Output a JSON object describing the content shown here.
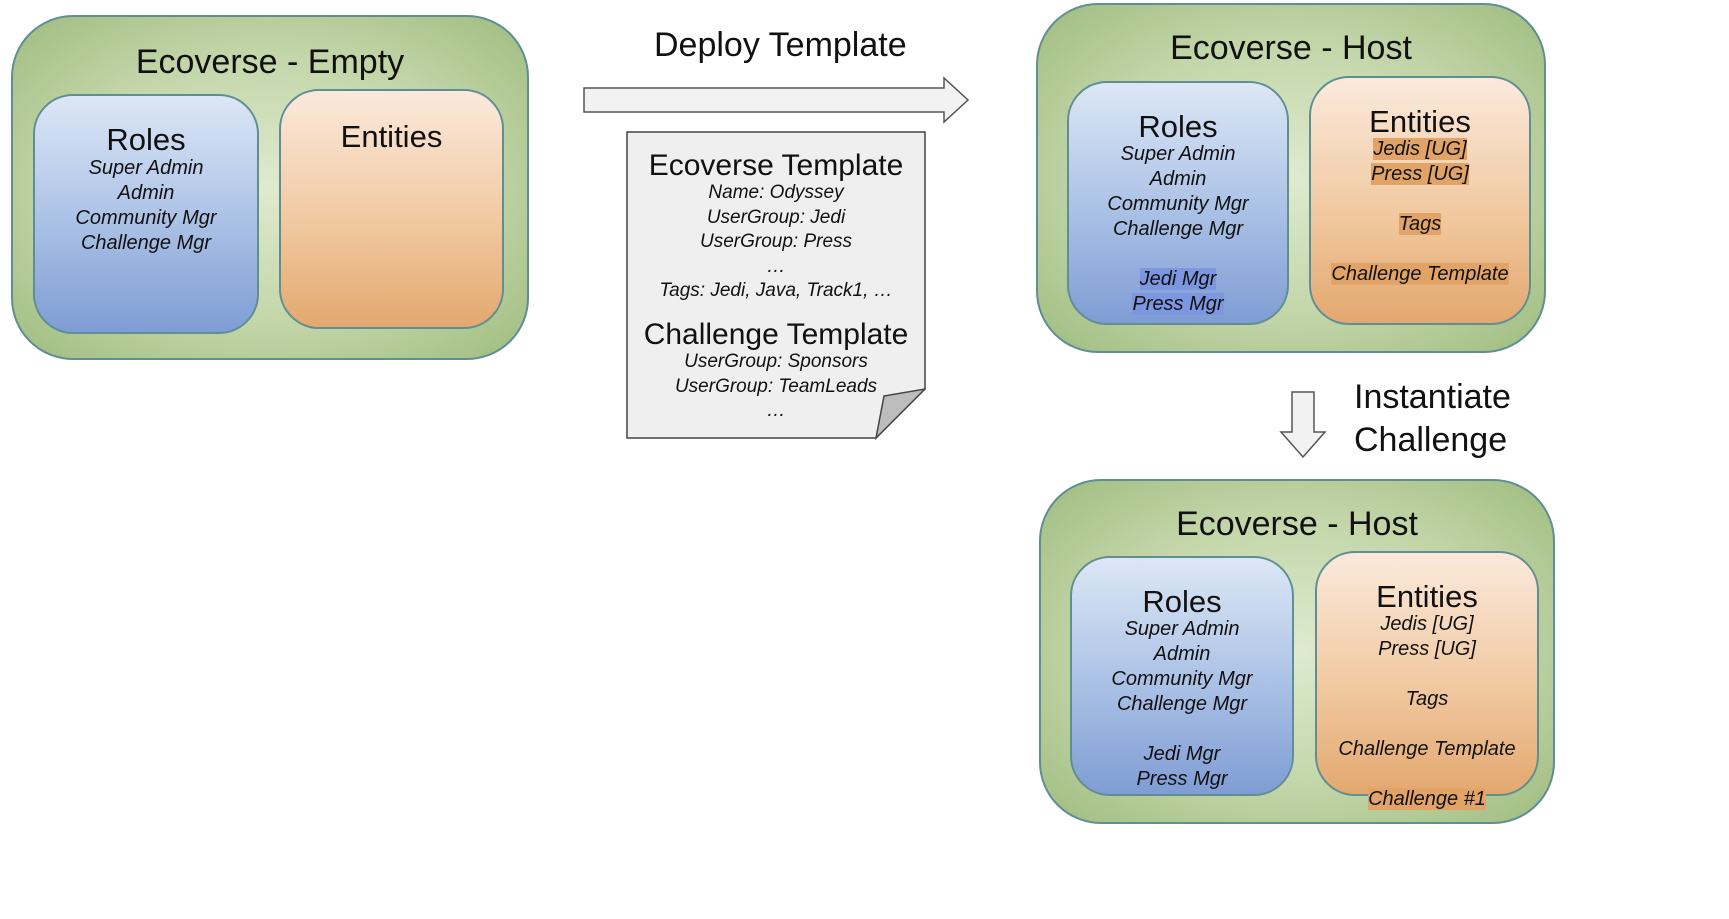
{
  "empty": {
    "title": "Ecoverse - Empty",
    "roles_title": "Roles",
    "roles": [
      "Super Admin",
      "Admin",
      "Community Mgr",
      "Challenge Mgr"
    ],
    "entities_title": "Entities"
  },
  "deploy": {
    "label": "Deploy Template"
  },
  "template_doc": {
    "eco_title": "Ecoverse Template",
    "eco_lines": [
      "Name: Odyssey",
      "UserGroup: Jedi",
      "UserGroup: Press",
      "…",
      "Tags: Jedi, Java, Track1, …"
    ],
    "challenge_title": "Challenge Template",
    "challenge_lines": [
      "UserGroup: Sponsors",
      "UserGroup: TeamLeads",
      "…"
    ]
  },
  "host1": {
    "title": "Ecoverse - Host",
    "roles_title": "Roles",
    "roles": [
      "Super Admin",
      "Admin",
      "Community Mgr",
      "Challenge Mgr"
    ],
    "roles_new": [
      "Jedi Mgr",
      "Press Mgr"
    ],
    "entities_title": "Entities",
    "entities": [
      "Jedis [UG]",
      "Press [UG]"
    ],
    "tags": "Tags",
    "challenge_template": "Challenge Template"
  },
  "instantiate": {
    "line1": "Instantiate",
    "line2": "Challenge"
  },
  "host2": {
    "title": "Ecoverse - Host",
    "roles_title": "Roles",
    "roles": [
      "Super Admin",
      "Admin",
      "Community Mgr",
      "Challenge Mgr"
    ],
    "roles_new": [
      "Jedi Mgr",
      "Press Mgr"
    ],
    "entities_title": "Entities",
    "entities": [
      "Jedis [UG]",
      "Press [UG]"
    ],
    "tags": "Tags",
    "challenge_template": "Challenge Template",
    "challenge_instance": "Challenge #1"
  },
  "colors": {
    "container_green": "#b5cc98",
    "roles_blue": "#9db6e0",
    "entities_orange": "#efc39a",
    "highlight_blue": "#7d96e0",
    "highlight_orange": "#e2a466",
    "doc_gray": "#efefef"
  }
}
